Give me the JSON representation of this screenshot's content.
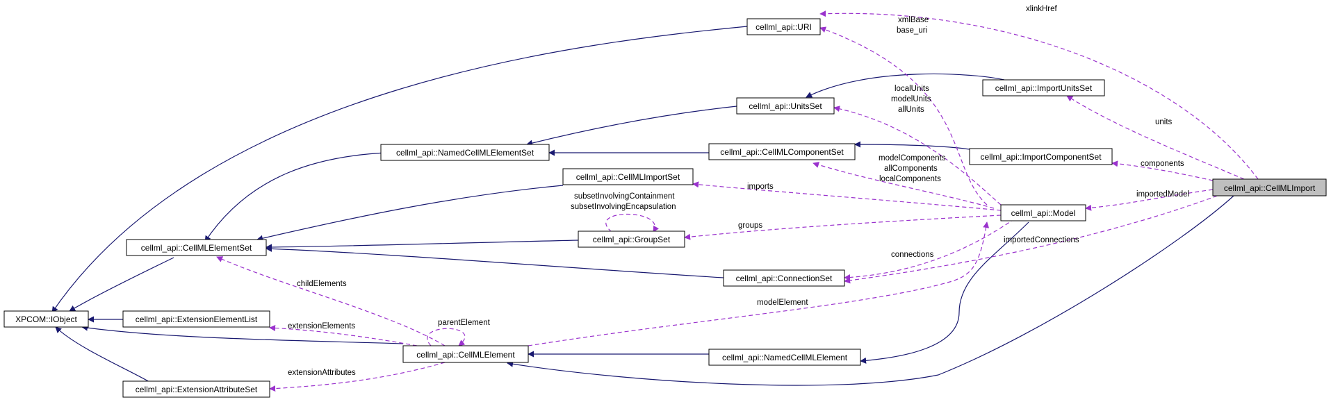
{
  "colors": {
    "inheritance": "#191970",
    "usage": "#9a32cd",
    "highlight_fill": "#bfbfbf"
  },
  "nodes": {
    "iobject": "XPCOM::IObject",
    "uri": "cellml_api::URI",
    "units_set": "cellml_api::UnitsSet",
    "import_units_set": "cellml_api::ImportUnitsSet",
    "named_element_set": "cellml_api::NamedCellMLElementSet",
    "component_set": "cellml_api::CellMLComponentSet",
    "import_component_set": "cellml_api::ImportComponentSet",
    "import_set": "cellml_api::CellMLImportSet",
    "cellml_import": "cellml_api::CellMLImport",
    "model": "cellml_api::Model",
    "group_set": "cellml_api::GroupSet",
    "element_set": "cellml_api::CellMLElementSet",
    "connection_set": "cellml_api::ConnectionSet",
    "extension_element_list": "cellml_api::ExtensionElementList",
    "cellml_element": "cellml_api::CellMLElement",
    "named_element": "cellml_api::NamedCellMLElement",
    "extension_attribute_set": "cellml_api::ExtensionAttributeSet"
  },
  "labels": {
    "xlink_href": "xlinkHref",
    "xml_base": "xmlBase",
    "base_uri": "base_uri",
    "local_units": "localUnits",
    "model_units": "modelUnits",
    "all_units": "allUnits",
    "units": "units",
    "model_components": "modelComponents",
    "all_components": "allComponents",
    "local_components": "localComponents",
    "components": "components",
    "imports": "imports",
    "imported_model": "importedModel",
    "subset_containment": "subsetInvolvingContainment",
    "subset_encapsulation": "subsetInvolvingEncapsulation",
    "groups": "groups",
    "imported_connections": "importedConnections",
    "connections": "connections",
    "child_elements": "childElements",
    "model_element": "modelElement",
    "parent_element": "parentElement",
    "extension_elements": "extensionElements",
    "extension_attributes": "extensionAttributes"
  }
}
